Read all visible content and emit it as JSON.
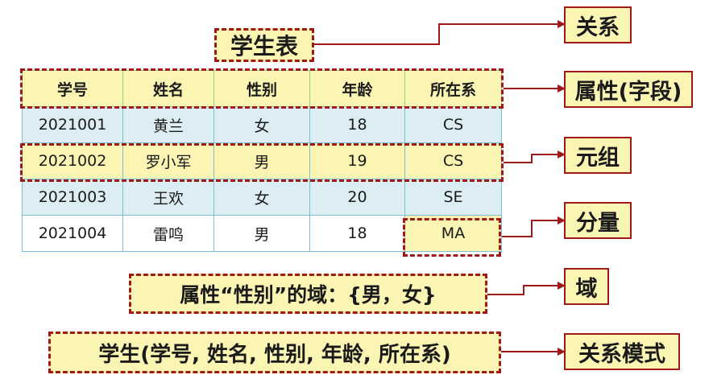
{
  "table_title": "学生表",
  "columns": [
    "学号",
    "姓名",
    "性别",
    "年龄",
    "所在系"
  ],
  "rows": [
    [
      "2021001",
      "黄兰",
      "女",
      "18",
      "CS"
    ],
    [
      "2021002",
      "罗小军",
      "男",
      "19",
      "CS"
    ],
    [
      "2021003",
      "王欢",
      "女",
      "20",
      "SE"
    ],
    [
      "2021004",
      "雷鸣",
      "男",
      "18",
      "MA"
    ]
  ],
  "domain_text": "属性“性别”的域：{男，女}",
  "schema_text": "学生(学号, 姓名, 性别, 年龄, 所在系)",
  "labels": {
    "relation": "关系",
    "attribute": "属性(字段)",
    "tuple": "元组",
    "component": "分量",
    "domain": "域",
    "schema": "关系模式"
  },
  "colors": {
    "highlight": "#fbf5b4",
    "dashed_border": "#a01818",
    "row_blue": "#dcedf3",
    "grid": "#7fbcd6"
  }
}
